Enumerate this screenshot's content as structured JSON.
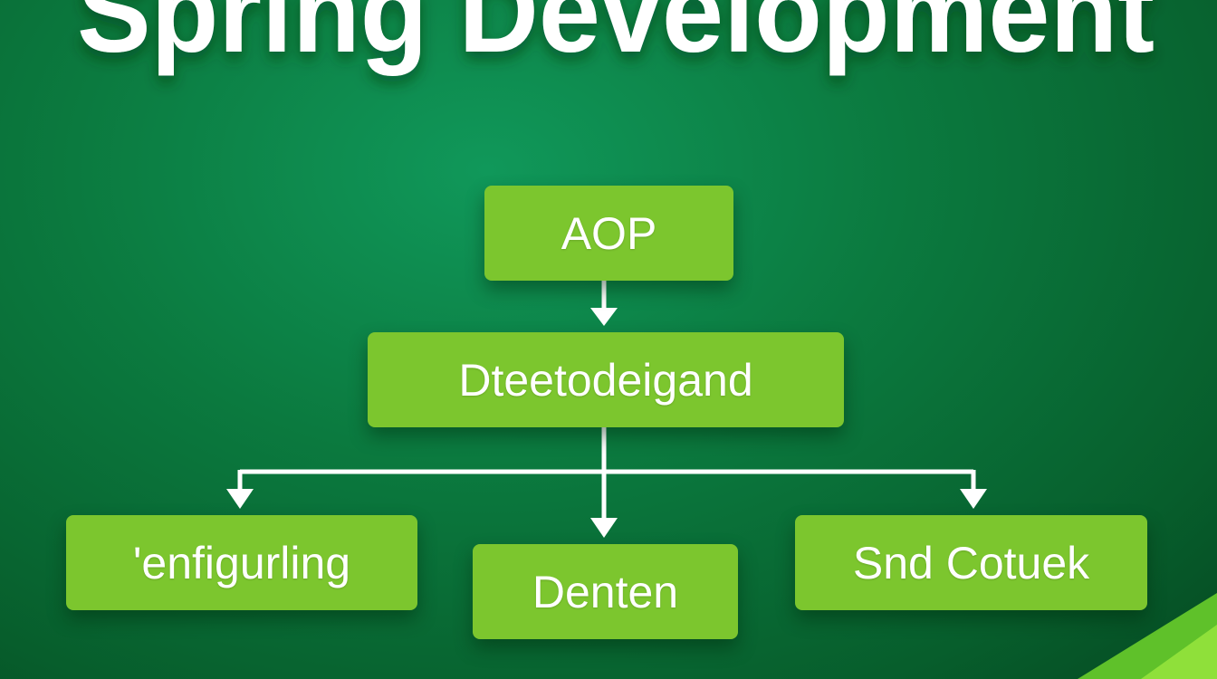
{
  "title": "Spring Development",
  "nodes": {
    "top": "AOP",
    "middle": "Dteetodeigand",
    "left": "'enfigurling",
    "center": "Denten",
    "right": "Snd Cotuek"
  },
  "colors": {
    "background": "#0b7a3f",
    "box": "#7cc62e",
    "text": "#ffffff",
    "accent_corner": "#6dd62a"
  }
}
